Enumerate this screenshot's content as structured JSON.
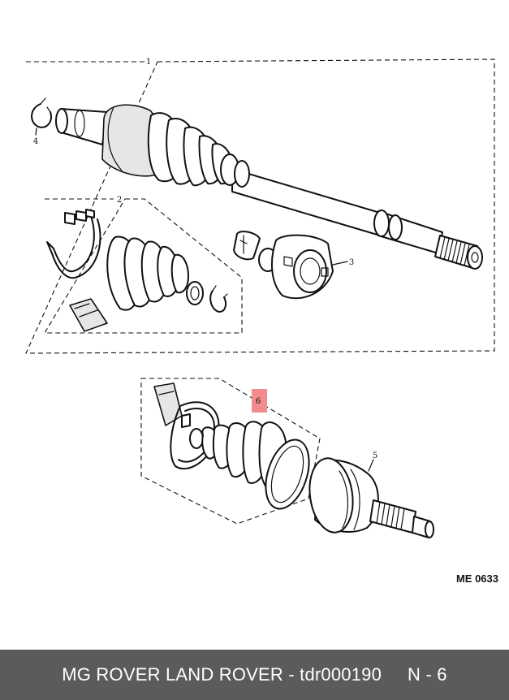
{
  "diagram": {
    "callouts": {
      "c1": "1",
      "c2": "2",
      "c3": "3",
      "c4": "4",
      "c5": "5",
      "c6": "6"
    },
    "highlighted_callout": "6",
    "highlight_color": "#f28b8b",
    "reference_code": "ME 0633"
  },
  "footer": {
    "title": "MG ROVER LAND ROVER - tdr000190",
    "page": "N - 6",
    "background_color": "#5b5b5b"
  }
}
